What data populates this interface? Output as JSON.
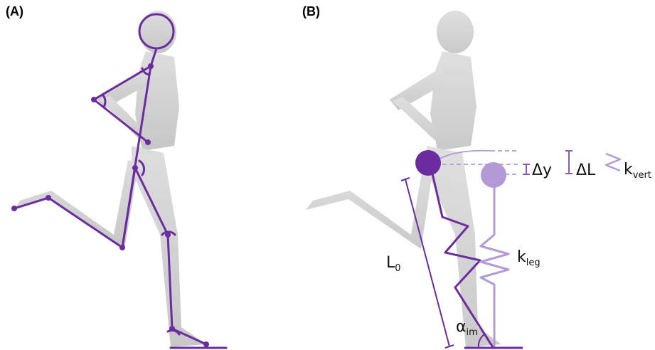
{
  "panels": {
    "a": {
      "label": "(A)"
    },
    "b": {
      "label": "(B)"
    }
  },
  "annotations": {
    "leg_length": {
      "main": "L",
      "sub": "0"
    },
    "leg_stiffness": {
      "main": "k",
      "sub": "leg"
    },
    "vertical_stiffness": {
      "main": "k",
      "sub": "vert"
    },
    "delta_y": "Δy",
    "delta_l": "ΔL",
    "angle": {
      "main": "α",
      "sub": "im"
    }
  },
  "colors": {
    "primary_purple": "#6a2c9e",
    "light_purple": "#b39ad6",
    "silhouette": "#c9c9c9"
  }
}
